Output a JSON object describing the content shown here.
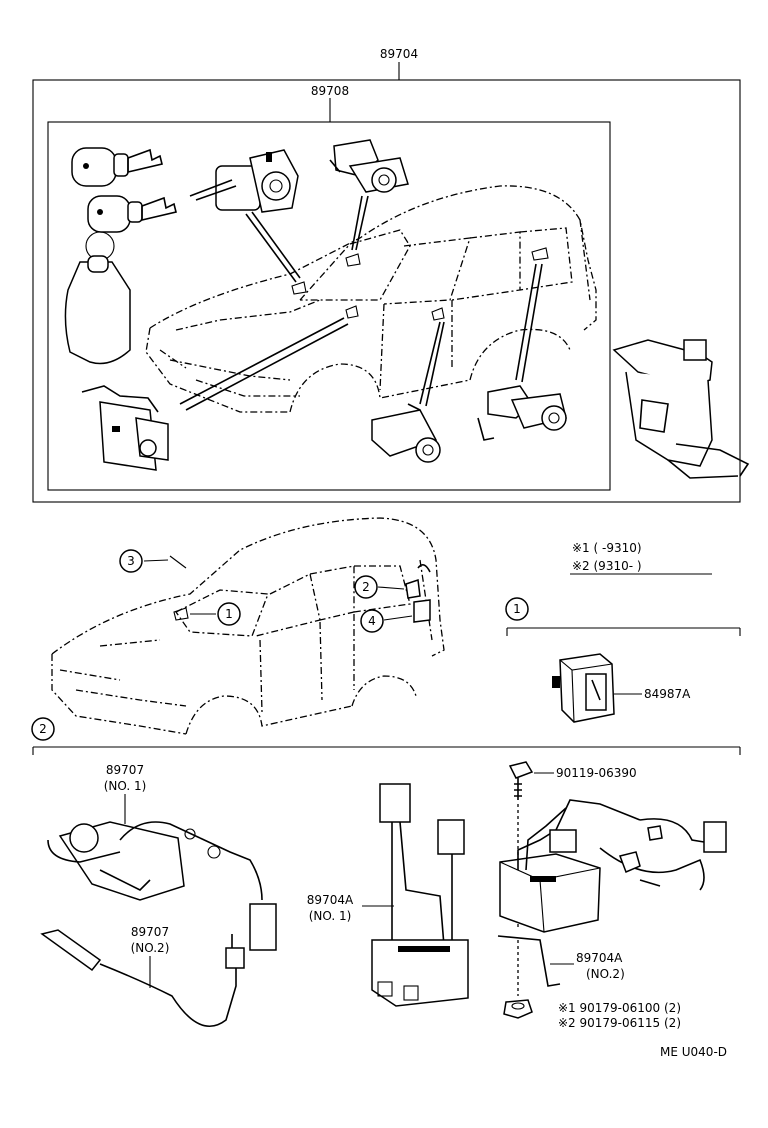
{
  "top_assembly": {
    "part_number": "89704"
  },
  "sub_assembly": {
    "part_number": "89708"
  },
  "callouts": [
    "3",
    "2",
    "1",
    "4"
  ],
  "legend": {
    "line1": "※1  (       -9310)",
    "line2": "※2  (9310-        )"
  },
  "section1": {
    "badge": "1",
    "part": "84987A"
  },
  "section2": {
    "badge": "2",
    "sensor1": {
      "part": "89707",
      "note": "(NO. 1)"
    },
    "sensor2": {
      "part": "89707",
      "note": "(NO.2)"
    },
    "computer1": {
      "part": "89704A",
      "note": "(NO. 1)"
    },
    "bolt": {
      "part": "90119-06390"
    },
    "computer2": {
      "part": "89704A",
      "note": "(NO.2)"
    },
    "nut1": "※1  90179-06100 (2)",
    "nut2": "※2  90179-06115 (2)"
  },
  "figure_code": "ME  U040-D"
}
